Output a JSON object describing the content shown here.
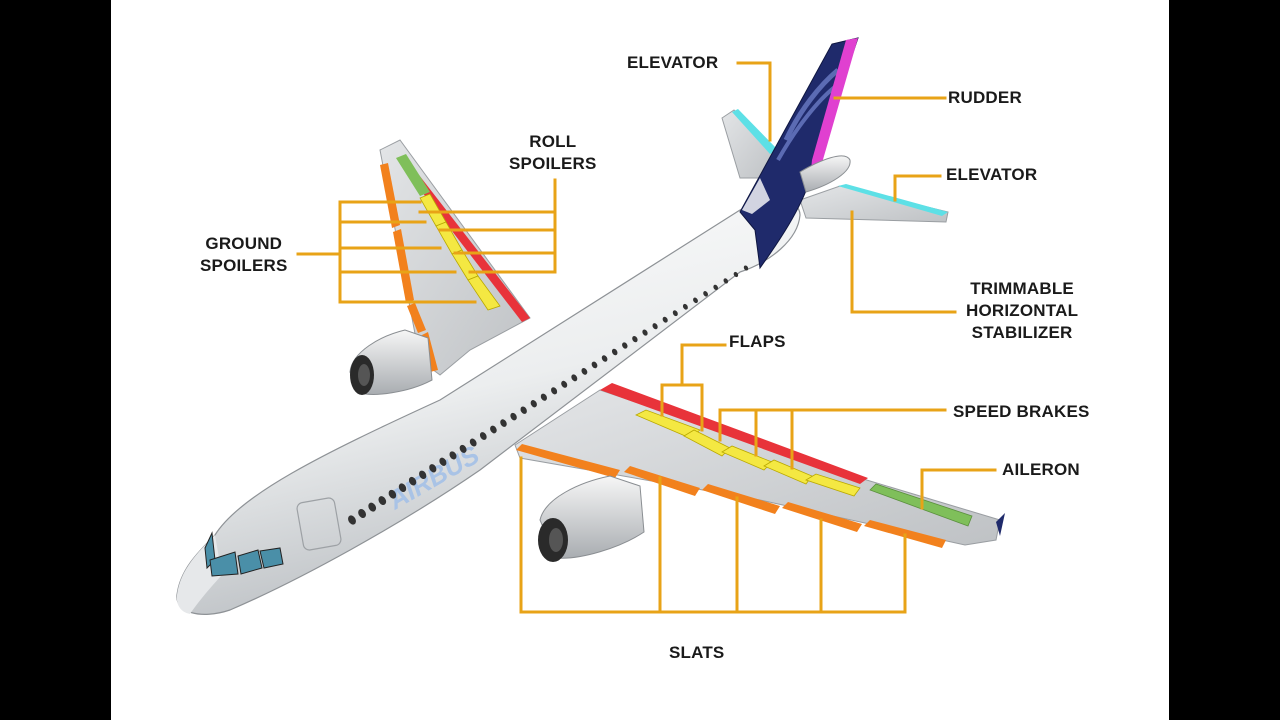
{
  "labels": {
    "elevator_top": "ELEVATOR",
    "rudder": "RUDDER",
    "roll_spoilers": [
      "ROLL",
      "SPOILERS"
    ],
    "elevator_right": "ELEVATOR",
    "ground_spoilers": [
      "GROUND",
      "SPOILERS"
    ],
    "trimmable_stabilizer": [
      "TRIMMABLE",
      "HORIZONTAL",
      "STABILIZER"
    ],
    "flaps": "FLAPS",
    "speed_brakes": "SPEED BRAKES",
    "aileron": "AILERON",
    "slats": "SLATS"
  },
  "fuselage_text": "AIRBUS",
  "colors": {
    "background": "#000000",
    "canvas": "#ffffff",
    "leader_line": "#e8a317",
    "fuselage": "#f2f2f2",
    "wing": "#cfd1d3",
    "tail_navy": "#1f2a6b",
    "rudder": "#e040d0",
    "elevator": "#5de0e6",
    "flaps_spoilers": "#f4e842",
    "slats": "#f2811d",
    "red_strip": "#e8333a",
    "aileron": "#7fbf5a",
    "window": "#333333",
    "cockpit_glass": "#4a8fa8"
  }
}
